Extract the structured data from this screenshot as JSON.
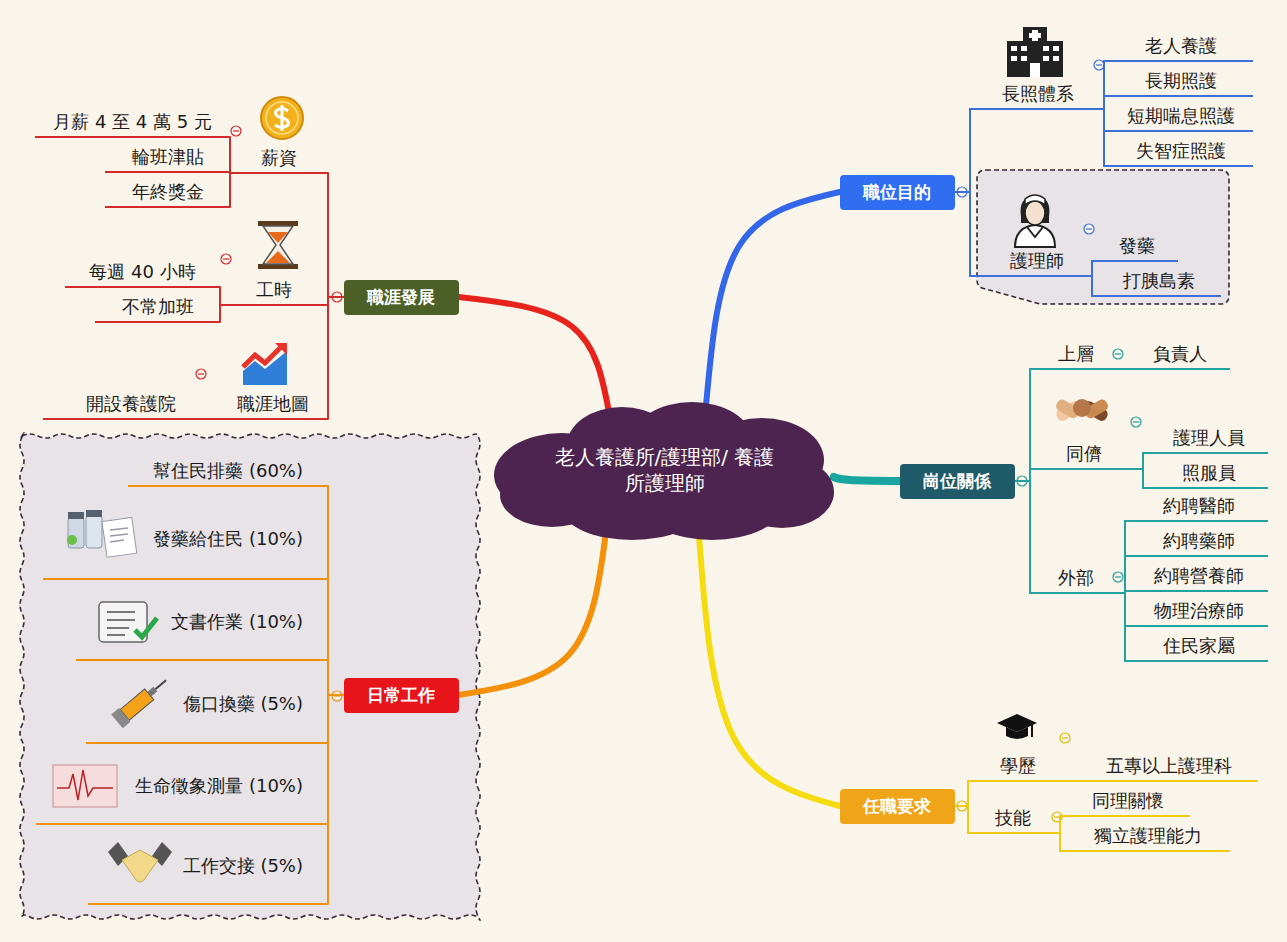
{
  "diagram": {
    "nodes": [
      {
        "text": [
          "老人養護所/護理部/ 養護所護理師"
        ]
      },
      {
        "text": [
          "職位目的"
        ]
      },
      {
        "text": [
          "長照體系"
        ]
      },
      {
        "text": [
          "老人養護"
        ]
      },
      {
        "text": [
          "長期照護"
        ]
      },
      {
        "text": [
          "短期喘息照護"
        ]
      },
      {
        "text": [
          "失智症照護"
        ]
      },
      {
        "text": [
          "護理師"
        ]
      },
      {
        "text": [
          "發藥"
        ]
      },
      {
        "text": [
          "打胰島素"
        ]
      },
      {
        "text": [
          "崗位關係"
        ]
      },
      {
        "text": [
          "上層"
        ]
      },
      {
        "text": [
          "負責人"
        ]
      },
      {
        "text": [
          "同儕"
        ]
      },
      {
        "text": [
          "護理人員"
        ]
      },
      {
        "text": [
          "照服員"
        ]
      },
      {
        "text": [
          "外部"
        ]
      },
      {
        "text": [
          "約聘醫師"
        ]
      },
      {
        "text": [
          "約聘藥師"
        ]
      },
      {
        "text": [
          "約聘營養師"
        ]
      },
      {
        "text": [
          "物理治療師"
        ]
      },
      {
        "text": [
          "住民家屬"
        ]
      },
      {
        "text": [
          "任職要求"
        ]
      },
      {
        "text": [
          "學歷"
        ]
      },
      {
        "text": [
          "五專以上護理科"
        ]
      },
      {
        "text": [
          "技能"
        ]
      },
      {
        "text": [
          "同理關懷"
        ]
      },
      {
        "text": [
          "獨立護理能力"
        ]
      },
      {
        "text": [
          "日常工作"
        ]
      },
      {
        "text": [
          "幫住民排藥 (60%)"
        ]
      },
      {
        "text": [
          "發藥給住民 (10%)"
        ]
      },
      {
        "text": [
          "文書作業 (10%)"
        ]
      },
      {
        "text": [
          "傷口換藥 (5%)"
        ]
      },
      {
        "text": [
          "生命徵象測量 (10%)"
        ]
      },
      {
        "text": [
          "工作交接 (5%)"
        ]
      },
      {
        "text": [
          "職涯發展"
        ]
      },
      {
        "text": [
          "薪資"
        ]
      },
      {
        "text": [
          "月薪 4 至 4 萬 5 元"
        ]
      },
      {
        "text": [
          "輪班津貼"
        ]
      },
      {
        "text": [
          "年終獎金"
        ]
      },
      {
        "text": [
          "工時"
        ]
      },
      {
        "text": [
          "每週 40 小時"
        ]
      },
      {
        "text": [
          "不常加班"
        ]
      },
      {
        "text": [
          "職涯地圖"
        ]
      },
      {
        "text": [
          "開設養護院"
        ]
      }
    ],
    "edges": [
      {
        "from": 0,
        "to": 1,
        "arrow": "none"
      },
      {
        "from": 0,
        "to": 10,
        "arrow": "none"
      },
      {
        "from": 0,
        "to": 22,
        "arrow": "none"
      },
      {
        "from": 0,
        "to": 28,
        "arrow": "none"
      },
      {
        "from": 0,
        "to": 35,
        "arrow": "none"
      },
      {
        "from": 1,
        "to": 2,
        "arrow": "none"
      },
      {
        "from": 1,
        "to": 7,
        "arrow": "none"
      },
      {
        "from": 2,
        "to": 3,
        "arrow": "none"
      },
      {
        "from": 2,
        "to": 4,
        "arrow": "none"
      },
      {
        "from": 2,
        "to": 5,
        "arrow": "none"
      },
      {
        "from": 2,
        "to": 6,
        "arrow": "none"
      },
      {
        "from": 7,
        "to": 8,
        "arrow": "none"
      },
      {
        "from": 7,
        "to": 9,
        "arrow": "none"
      },
      {
        "from": 10,
        "to": 11,
        "arrow": "none"
      },
      {
        "from": 10,
        "to": 13,
        "arrow": "none"
      },
      {
        "from": 10,
        "to": 16,
        "arrow": "none"
      },
      {
        "from": 11,
        "to": 12,
        "arrow": "none"
      },
      {
        "from": 13,
        "to": 14,
        "arrow": "none"
      },
      {
        "from": 13,
        "to": 15,
        "arrow": "none"
      },
      {
        "from": 16,
        "to": 17,
        "arrow": "none"
      },
      {
        "from": 16,
        "to": 18,
        "arrow": "none"
      },
      {
        "from": 16,
        "to": 19,
        "arrow": "none"
      },
      {
        "from": 16,
        "to": 20,
        "arrow": "none"
      },
      {
        "from": 16,
        "to": 21,
        "arrow": "none"
      },
      {
        "from": 22,
        "to": 23,
        "arrow": "none"
      },
      {
        "from": 22,
        "to": 25,
        "arrow": "none"
      },
      {
        "from": 23,
        "to": 24,
        "arrow": "none"
      },
      {
        "from": 25,
        "to": 26,
        "arrow": "none"
      },
      {
        "from": 25,
        "to": 27,
        "arrow": "none"
      },
      {
        "from": 28,
        "to": 29,
        "arrow": "none"
      },
      {
        "from": 28,
        "to": 30,
        "arrow": "none"
      },
      {
        "from": 28,
        "to": 31,
        "arrow": "none"
      },
      {
        "from": 28,
        "to": 32,
        "arrow": "none"
      },
      {
        "from": 28,
        "to": 33,
        "arrow": "none"
      },
      {
        "from": 28,
        "to": 34,
        "arrow": "none"
      },
      {
        "from": 35,
        "to": 36,
        "arrow": "none"
      },
      {
        "from": 35,
        "to": 40,
        "arrow": "none"
      },
      {
        "from": 35,
        "to": 43,
        "arrow": "none"
      },
      {
        "from": 36,
        "to": 37,
        "arrow": "none"
      },
      {
        "from": 36,
        "to": 38,
        "arrow": "none"
      },
      {
        "from": 36,
        "to": 39,
        "arrow": "none"
      },
      {
        "from": 40,
        "to": 41,
        "arrow": "none"
      },
      {
        "from": 40,
        "to": 42,
        "arrow": "none"
      },
      {
        "from": 43,
        "to": 44,
        "arrow": "none"
      }
    ]
  }
}
